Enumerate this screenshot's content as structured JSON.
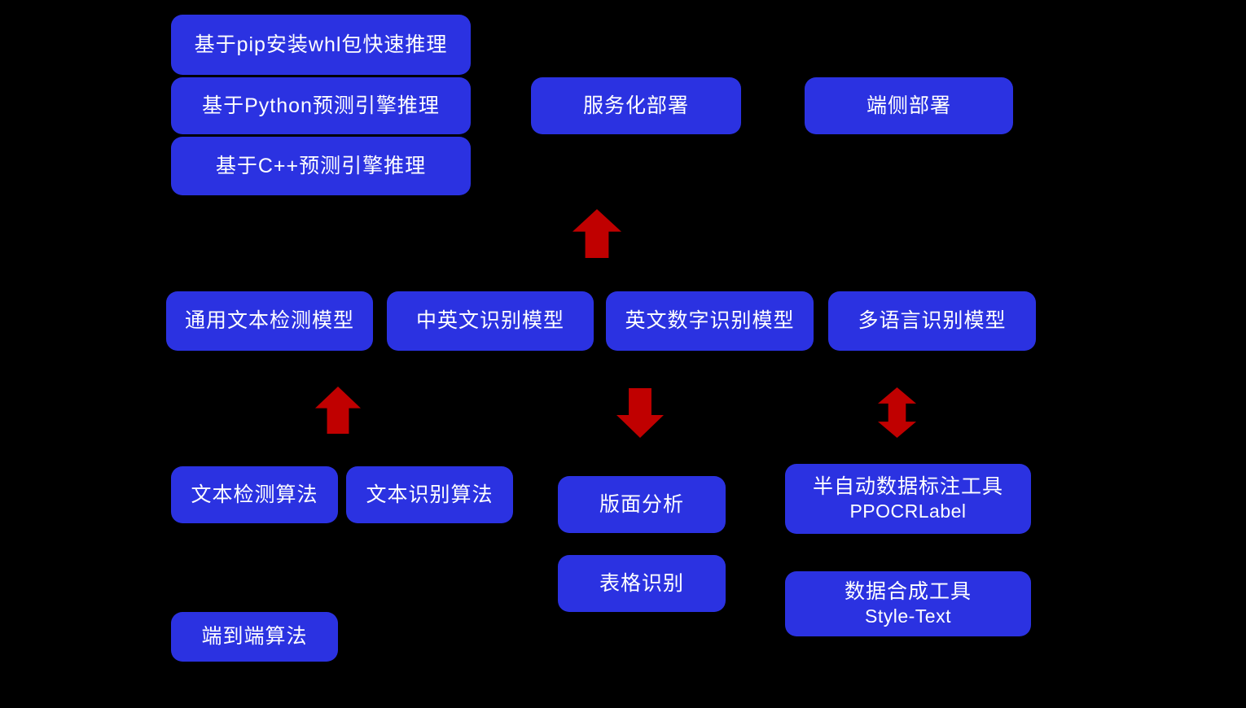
{
  "colors": {
    "background": "#000000",
    "node": "#2B32E1",
    "arrow": "#C00000",
    "text": "#FFFFFF"
  },
  "nodes": {
    "pip_whl": {
      "label": "基于pip安装whl包快速推理"
    },
    "python_engine": {
      "label": "基于Python预测引擎推理"
    },
    "cpp_engine": {
      "label": "基于C++预测引擎推理"
    },
    "serving_deploy": {
      "label": "服务化部署"
    },
    "edge_deploy": {
      "label": "端侧部署"
    },
    "general_det_model": {
      "label": "通用文本检测模型"
    },
    "ch_en_rec_model": {
      "label": "中英文识别模型"
    },
    "en_num_rec_model": {
      "label": "英文数字识别模型"
    },
    "multilingual_rec_model": {
      "label": "多语言识别模型"
    },
    "text_det_algo": {
      "label": "文本检测算法"
    },
    "text_rec_algo": {
      "label": "文本识别算法"
    },
    "layout_analysis": {
      "label": "版面分析"
    },
    "annotation_tool": {
      "line1": "半自动数据标注工具",
      "line2": "PPOCRLabel"
    },
    "table_rec": {
      "label": "表格识别"
    },
    "synthesis_tool": {
      "line1": "数据合成工具",
      "line2": "Style-Text"
    },
    "e2e_algo": {
      "label": "端到端算法"
    }
  },
  "arrows": {
    "deploy_up": {
      "direction": "up"
    },
    "det_up": {
      "direction": "up"
    },
    "layout_down": {
      "direction": "down"
    },
    "tools_updown": {
      "direction": "up-down"
    }
  }
}
